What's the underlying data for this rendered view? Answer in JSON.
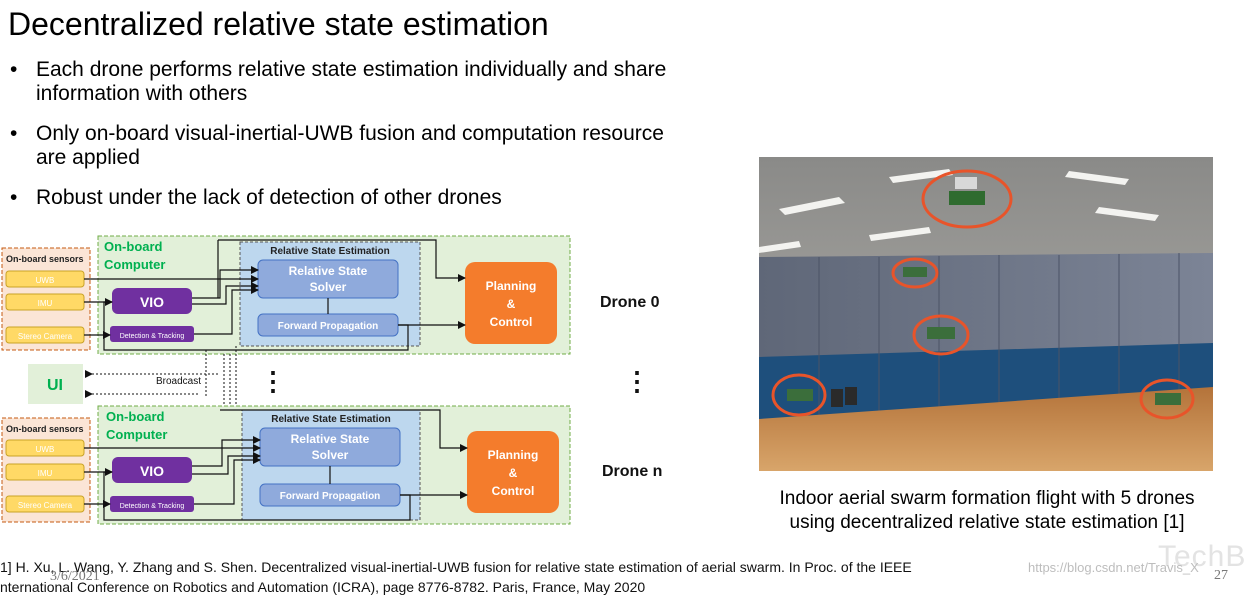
{
  "title": "Decentralized relative state estimation",
  "bullets": [
    "Each drone performs relative state estimation individually and share information with others",
    "Only on-board visual-inertial-UWB fusion and computation resource are applied",
    "Robust under the lack of detection of other drones"
  ],
  "diagram": {
    "sensors_title": "On-board sensors",
    "sensor_uwb": "UWB",
    "sensor_imu": "IMU",
    "sensor_stereo": "Stereo Camera",
    "computer_label_line1": "On-board",
    "computer_label_line2": "Computer",
    "vio": "VIO",
    "detection": "Detection & Tracking",
    "rse_title": "Relative State Estimation",
    "solver_line1": "Relative State",
    "solver_line2": "Solver",
    "forward": "Forward Propagation",
    "planning_line1": "Planning",
    "planning_line2": "&",
    "planning_line3": "Control",
    "drone_top": "Drone 0",
    "drone_bottom": "Drone n",
    "ui": "UI",
    "broadcast": "Broadcast",
    "dots": "⋮"
  },
  "caption_line1": "Indoor aerial swarm formation flight with 5 drones",
  "caption_line2": "using decentralized relative state estimation [1]",
  "footnote_line1": "1] H. Xu, L. Wang, Y. Zhang and S. Shen. Decentralized visual-inertial-UWB fusion for relative state estimation of aerial swarm. In Proc. of the IEEE",
  "footnote_line2": "nternational Conference on Robotics and Automation (ICRA), page 8776-8782. Paris, France, May 2020",
  "slide_date": "3/6/2021",
  "page_number": "27",
  "watermark": "https://blog.csdn.net/Travis_X",
  "tech_logo": "TechB",
  "colors": {
    "sensor_fill": "#fbe5d6",
    "sensor_border": "#c55a11",
    "sensor_box": "#ffd966",
    "computer_fill": "#e2f0d9",
    "computer_text": "#00b050",
    "rse_fill": "#bdd7ee",
    "module_fill": "#8faadc",
    "vio_fill": "#7030a0",
    "planning_fill": "#f47c2c"
  }
}
